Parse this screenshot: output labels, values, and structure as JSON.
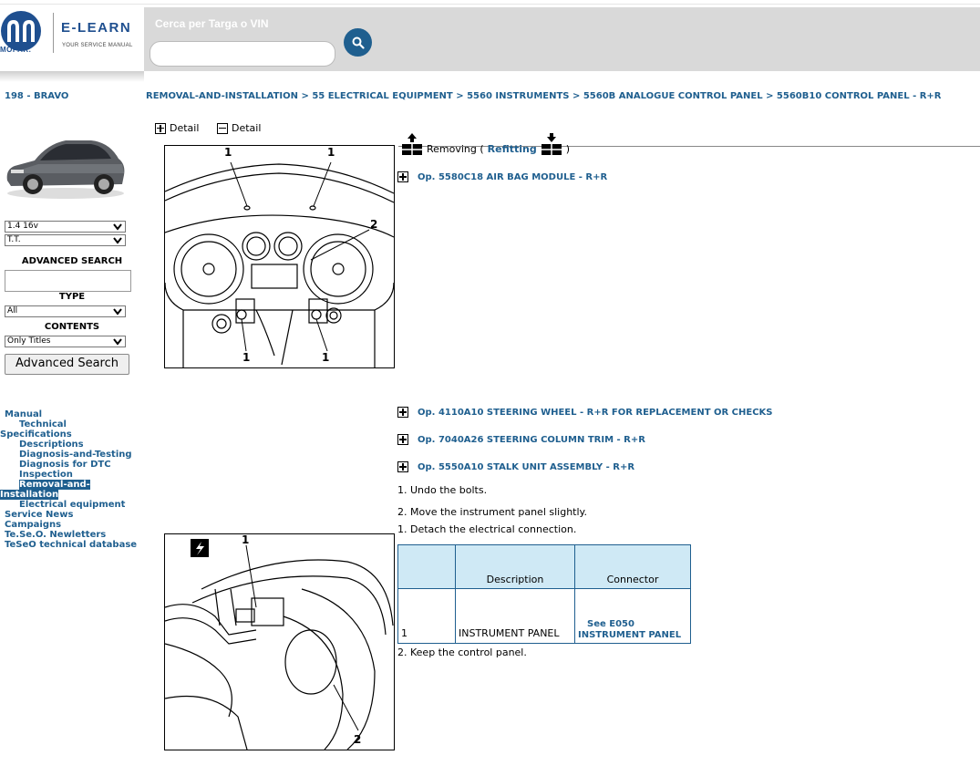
{
  "header": {
    "brand_logo_text": "MOPAR.",
    "app_name": "E-LEARN",
    "tagline": "YOUR SERVICE MANUAL",
    "search_label": "Cerca per Targa o VIN",
    "search_value": ""
  },
  "breadcrumb": {
    "model": "198 - BRAVO",
    "path": "REMOVAL-AND-INSTALLATION > 55 ELECTRICAL EQUIPMENT > 5560 INSTRUMENTS > 5560B ANALOGUE CONTROL PANEL > 5560B10 CONTROL PANEL - R+R"
  },
  "sidebar": {
    "engine_select": "1.4 16v",
    "version_select": "T.T.",
    "advanced_search_title": "ADVANCED SEARCH",
    "advanced_search_value": "",
    "type_label": "TYPE",
    "type_select": "All",
    "contents_label": "CONTENTS",
    "contents_select": "Only Titles",
    "advanced_search_button": "Advanced Search",
    "nav": {
      "manual": "Manual",
      "technical": "Technical",
      "specifications": "Specifications",
      "descriptions": "Descriptions",
      "diagnosis_testing": "Diagnosis-and-Testing",
      "diagnosis_dtc": "Diagnosis for DTC",
      "inspection": "Inspection",
      "removal_1": "Removal-and-",
      "removal_2": "Installation",
      "electrical": "Electrical equipment",
      "service_news": "Service News",
      "campaigns": "Campaigns",
      "teseo_newsletters": "Te.Se.O. Newletters",
      "teseo_db": "TeSeO technical database"
    }
  },
  "content": {
    "detail_expand": "Detail",
    "detail_collapse": "Detail",
    "removing_label": "Removing (",
    "refitting_label": "Refitting",
    "close_paren": ")",
    "ops": {
      "airbag": "Op. 5580C18 AIR BAG MODULE - R+R",
      "steering_wheel": "Op. 4110A10 STEERING WHEEL - R+R FOR REPLACEMENT OR CHECKS",
      "column_trim": "Op. 7040A26 STEERING COLUMN TRIM - R+R",
      "stalk_unit": "Op. 5550A10 STALK UNIT ASSEMBLY - R+R"
    },
    "steps": {
      "undo_bolts": "1. Undo the bolts.",
      "move_panel": "2. Move the instrument panel slightly.",
      "detach": "1. Detach the electrical connection.",
      "keep": "2. Keep the control panel."
    },
    "figure1_labels": {
      "a": "1",
      "b": "1",
      "c": "2",
      "d": "1",
      "e": "1"
    },
    "figure2_labels": {
      "a": "1",
      "b": "2"
    },
    "table": {
      "col_blank": "",
      "col_description": "Description",
      "col_connector": "Connector",
      "row_num": "1",
      "row_description": "INSTRUMENT PANEL",
      "row_connector_line1": "See E050",
      "row_connector_line2": "INSTRUMENT PANEL"
    }
  },
  "colors": {
    "accent": "#1f5f8f",
    "header_bg": "#d9d9d9",
    "table_header_bg": "#cfe9f5"
  }
}
